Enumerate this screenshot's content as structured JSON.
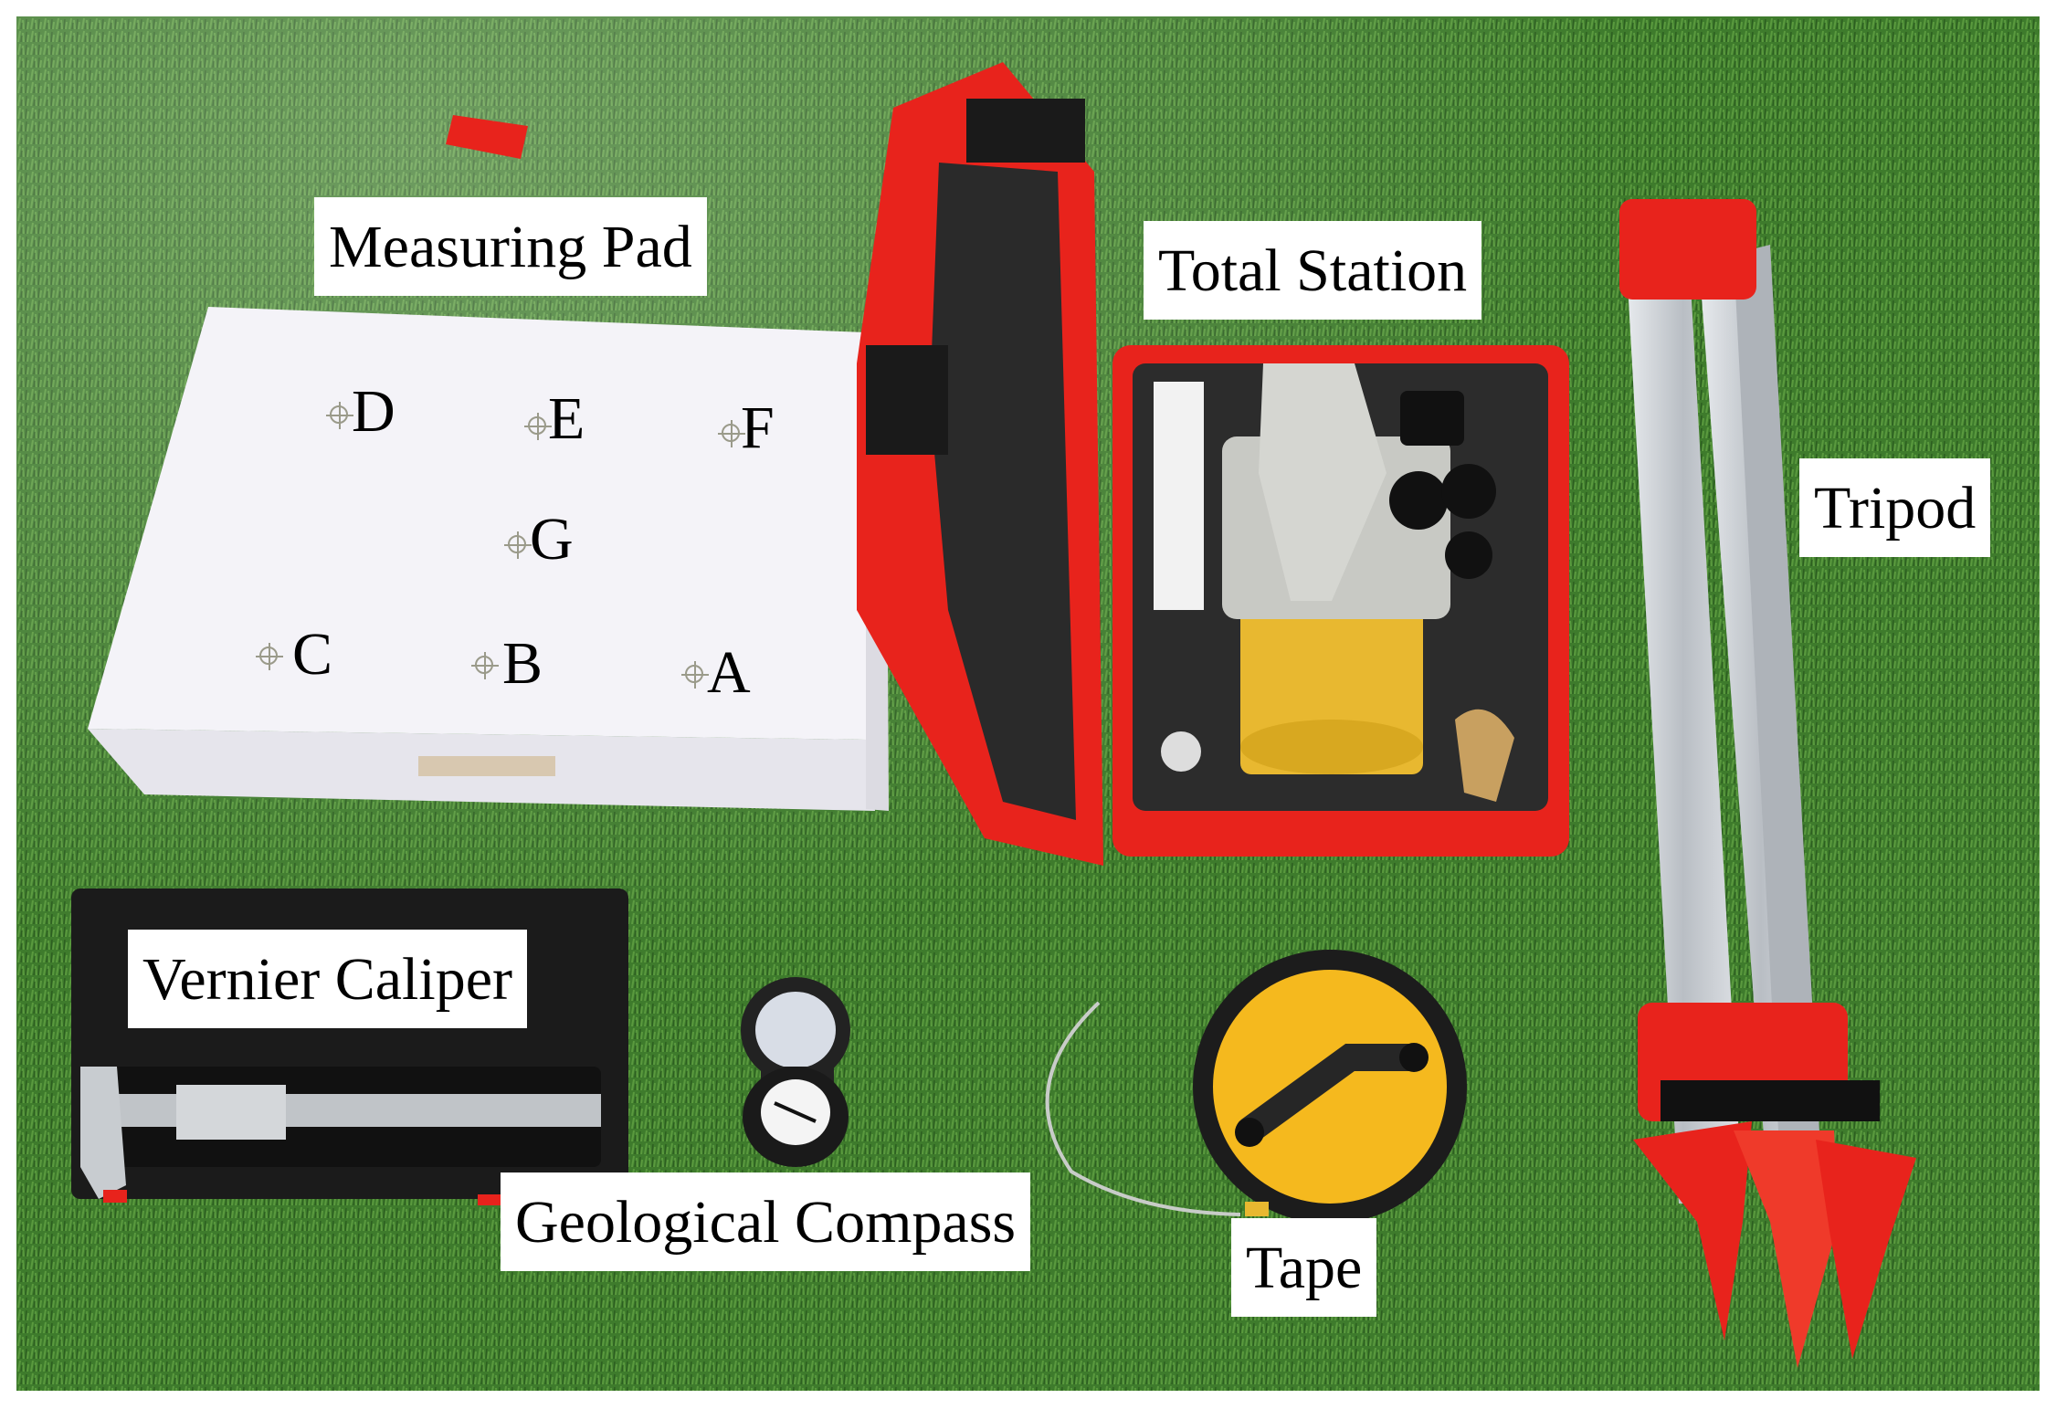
{
  "labels": {
    "measuring_pad": "Measuring Pad",
    "total_station": "Total Station",
    "tripod": "Tripod",
    "vernier_caliper": "Vernier Caliper",
    "geological_compass": "Geological Compass",
    "tape": "Tape"
  },
  "pad_points": [
    "A",
    "B",
    "C",
    "D",
    "E",
    "F",
    "G"
  ],
  "colors": {
    "grass": "#3f7a2e",
    "case_red": "#e8231c",
    "foam": "#2c2c2c",
    "instrument_yellow": "#e8b830",
    "instrument_grey": "#c8c9c4",
    "tape_yellow": "#f5b91e",
    "tripod_aluminium": "#c9ccd0"
  }
}
